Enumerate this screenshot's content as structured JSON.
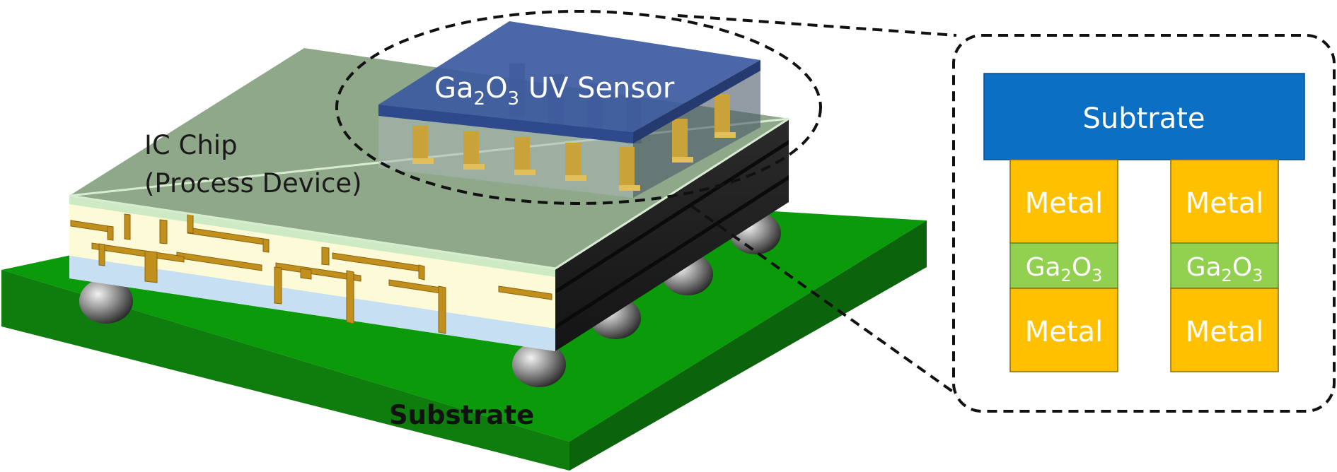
{
  "diagram": {
    "sensor_label": {
      "base": "Ga",
      "sub1": "2",
      "mid": "O",
      "sub2": "3",
      "rest": " UV Sensor"
    },
    "chip_label_line1": "IC Chip",
    "chip_label_line2": "(Process Device)",
    "base_label": "Substrate"
  },
  "detail": {
    "substrate_label": "Subtrate",
    "left_stack": {
      "top_metal": "Metal",
      "oxide": {
        "base": "Ga",
        "sub1": "2",
        "mid": "O",
        "sub2": "3"
      },
      "bottom_metal": "Metal"
    },
    "right_stack": {
      "top_metal": "Metal",
      "oxide": {
        "base": "Ga",
        "sub1": "2",
        "mid": "O",
        "sub2": "3"
      },
      "bottom_metal": "Metal"
    }
  },
  "colors": {
    "board_top": "#0a9a0a",
    "board_side": "#0b640b",
    "board_front": "#0e7d0e",
    "chip_top": "#8fa88a",
    "chip_side": "#1c1c1c",
    "sensor_top": "#3d5aa0",
    "pillar": "#c9a23a",
    "substrate_block": "#0b70c4",
    "metal": "#ffc000",
    "oxide": "#92d050",
    "text_dark": "#1a1a1a",
    "text_light": "#ffffff"
  }
}
